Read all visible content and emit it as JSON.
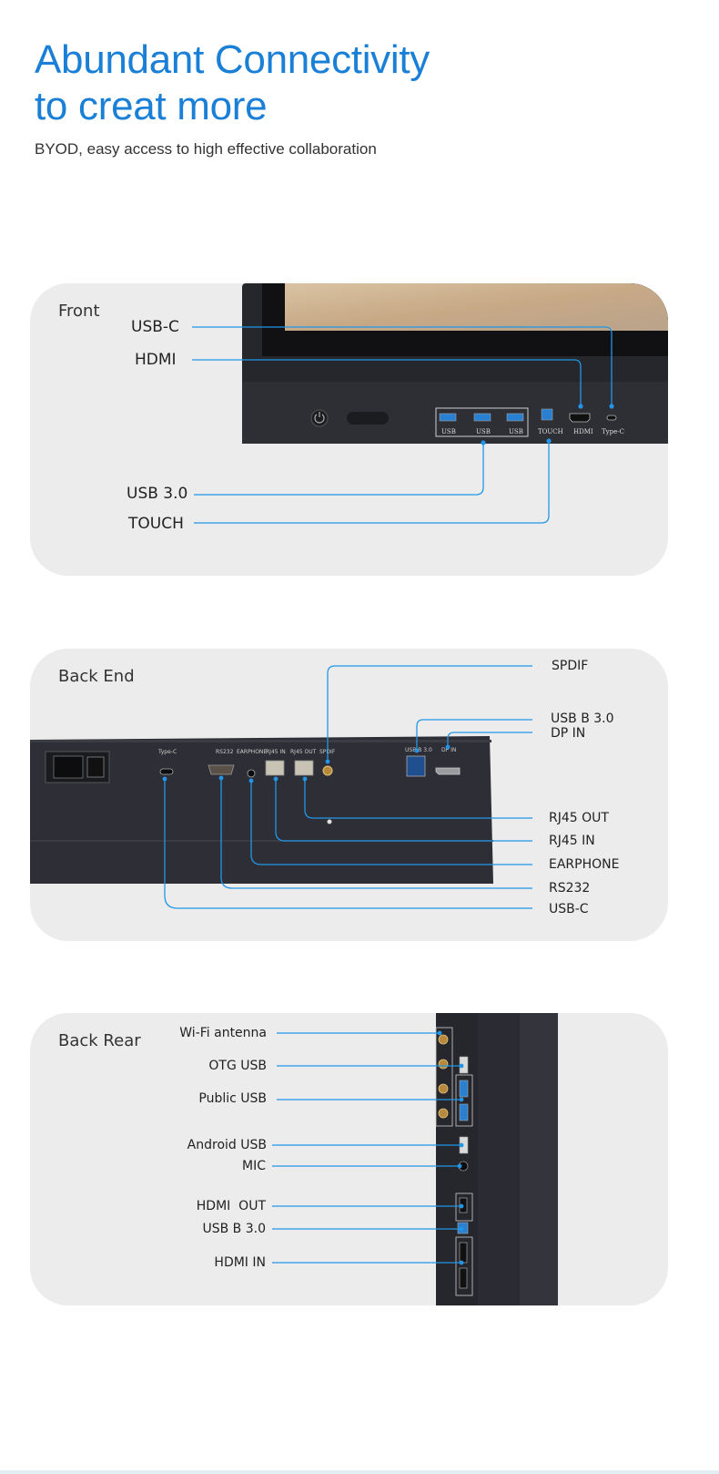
{
  "header": {
    "title_line1": "Abundant Connectivity",
    "title_line2": "to creat more",
    "subtitle": "BYOD, easy access to high effective collaboration"
  },
  "colors": {
    "accent": "#1a7fd6",
    "callout_line": "#2196e8",
    "panel_bg": "#ececec",
    "device_body": "#2e2f36"
  },
  "front": {
    "title": "Front",
    "labels": {
      "usbc": "USB-C",
      "hdmi": "HDMI",
      "usb30": "USB 3.0",
      "touch": "TOUCH"
    },
    "device_ports": [
      "USB",
      "USB",
      "USB",
      "TOUCH",
      "HDMI",
      "Type-C"
    ]
  },
  "backend": {
    "title": "Back End",
    "labels": {
      "spdif": "SPDIF",
      "usbb30": "USB B 3.0",
      "dpin": "DP IN",
      "rj45out": "RJ45 OUT",
      "rj45in": "RJ45 IN",
      "earphone": "EARPHONE",
      "rs232": "RS232",
      "usbc": "USB-C"
    },
    "device_ports": [
      "Type-C",
      "RS232",
      "EARPHONE",
      "RJ45 IN",
      "RJ45 OUT",
      "SPDIF",
      "USB B 3.0",
      "DP IN"
    ]
  },
  "backrear": {
    "title": "Back Rear",
    "labels": {
      "wifi": "Wi-Fi antenna",
      "otg": "OTG USB",
      "public": "Public USB",
      "android": "Android USB",
      "mic": "MIC",
      "hdmiout": "HDMI  OUT",
      "usbb30": "USB B 3.0",
      "hdmiin": "HDMI IN"
    }
  }
}
